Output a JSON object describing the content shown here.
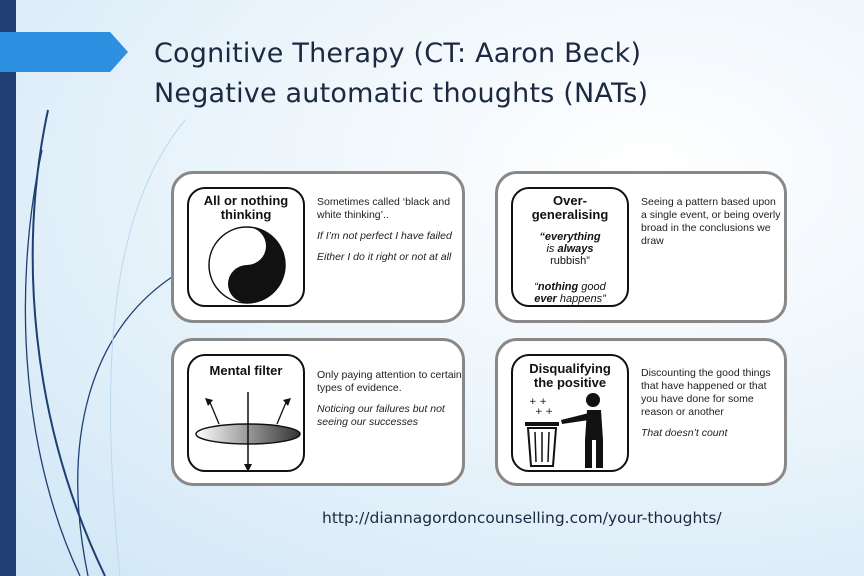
{
  "slide": {
    "title_line1": "Cognitive Therapy (CT: Aaron Beck)",
    "title_line2": "Negative automatic thoughts (NATs)",
    "url": "http://diannagordoncounselling.com/your-thoughts/"
  },
  "cards": {
    "all_or_nothing": {
      "title_line1": "All or nothing",
      "title_line2": "thinking",
      "desc1": "Sometimes called ‘black and white thinking’..",
      "desc2": "If I’m not perfect I have failed",
      "desc3": "Either I do it right or not at all"
    },
    "over_generalising": {
      "title_line1": "Over-",
      "title_line2": "generalising",
      "quote1_a": "“everything",
      "quote1_b": "is ",
      "quote1_b_bold": "always",
      "quote1_c": "rubbish”",
      "quote2_a": "“",
      "quote2_a_bold": "nothing",
      "quote2_a_rest": " good",
      "quote2_b_bold": "ever",
      "quote2_b_rest": " happens”",
      "desc1": "Seeing a pattern based upon a single event, or being overly broad in the conclusions we draw"
    },
    "mental_filter": {
      "title": "Mental filter",
      "desc1": "Only paying attention to certain types of evidence.",
      "desc2": "Noticing our failures but not seeing our successes"
    },
    "disqualifying": {
      "title_line1": "Disqualifying",
      "title_line2": "the positive",
      "desc1": "Discounting the good things that have happened or that you have done for some reason or another",
      "desc2": "That doesn’t count"
    }
  },
  "colors": {
    "accent_arrow": "#2d8fe0",
    "left_bar": "#1f3f73",
    "title_text": "#1b2a41",
    "panel_border": "#888888"
  }
}
